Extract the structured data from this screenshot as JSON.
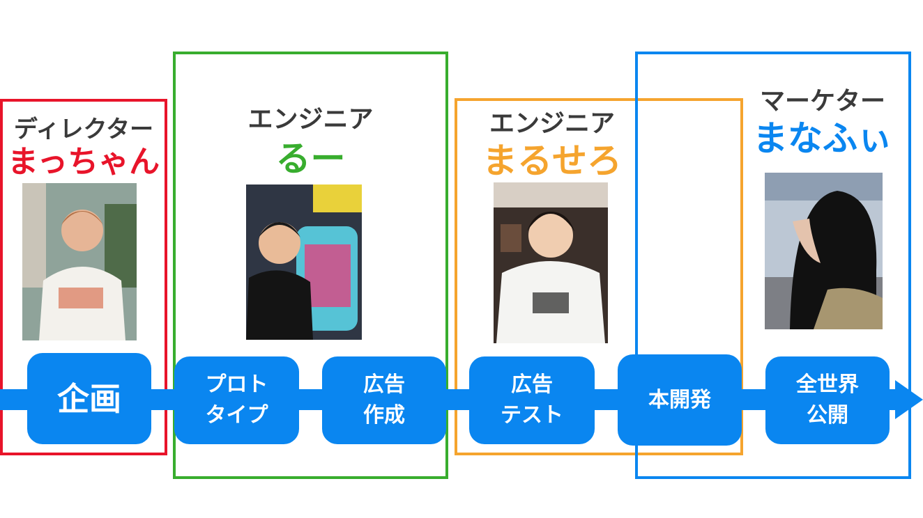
{
  "colors": {
    "director": "#e8142a",
    "engineer1": "#38ad2e",
    "engineer2": "#f5a42e",
    "marketer": "#0a86f0",
    "step": "#0a86f0",
    "role_text": "#3a3a3a"
  },
  "members": [
    {
      "role": "ディレクター",
      "name": "まっちゃん",
      "photo_icon": "person-photo-icon"
    },
    {
      "role": "エンジニア",
      "name": "るー",
      "photo_icon": "person-photo-icon"
    },
    {
      "role": "エンジニア",
      "name": "まるせろ",
      "photo_icon": "person-photo-icon"
    },
    {
      "role": "マーケター",
      "name": "まなふぃ",
      "photo_icon": "person-photo-icon"
    }
  ],
  "steps": [
    {
      "label": "企画"
    },
    {
      "label": "プロト\nタイプ"
    },
    {
      "label": "広告\n作成"
    },
    {
      "label": "広告\nテスト"
    },
    {
      "label": "本開発"
    },
    {
      "label": "全世界\n公開"
    }
  ]
}
